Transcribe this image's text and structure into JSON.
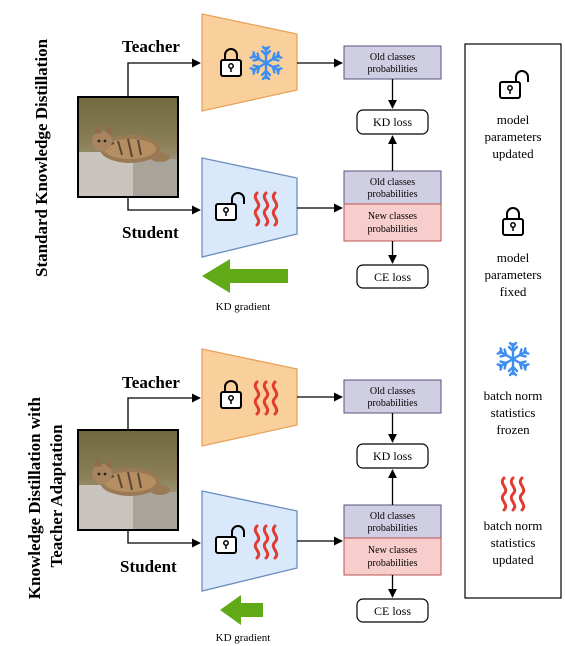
{
  "sections": [
    {
      "title_lines": [
        "Standard Knowledge Distillation"
      ],
      "teacher_label": "Teacher",
      "student_label": "Student",
      "teacher_bn_icon": "snowflake-icon",
      "student_bn_icon": "wavy-lines-icon",
      "teacher_old_probs": [
        "Old classes",
        "probabilities"
      ],
      "student_old_probs": [
        "Old classes",
        "probabilities"
      ],
      "student_new_probs": [
        "New classes",
        "probabilities"
      ],
      "kd_loss": "KD loss",
      "ce_loss": "CE loss",
      "gradient_label": "KD gradient"
    },
    {
      "title_lines": [
        "Knowledge Distillation with",
        "Teacher Adaptation"
      ],
      "teacher_label": "Teacher",
      "student_label": "Student",
      "teacher_bn_icon": "wavy-lines-icon",
      "student_bn_icon": "wavy-lines-icon",
      "teacher_old_probs": [
        "Old classes",
        "probabilities"
      ],
      "student_old_probs": [
        "Old classes",
        "probabilities"
      ],
      "student_new_probs": [
        "New classes",
        "probabilities"
      ],
      "kd_loss": "KD loss",
      "ce_loss": "CE loss",
      "gradient_label": "KD gradient"
    }
  ],
  "legend": [
    {
      "icon": "unlocked-padlock-icon",
      "lines": [
        "model",
        "parameters",
        "updated"
      ]
    },
    {
      "icon": "locked-padlock-icon",
      "lines": [
        "model",
        "parameters",
        "fixed"
      ]
    },
    {
      "icon": "snowflake-icon",
      "lines": [
        "batch norm",
        "statistics",
        "frozen"
      ]
    },
    {
      "icon": "wavy-lines-icon",
      "lines": [
        "batch norm",
        "statistics",
        "updated"
      ]
    }
  ],
  "colors": {
    "teacher_fill": "#f9cf9b",
    "teacher_stroke": "#e8a35a",
    "student_fill": "#dae8fc",
    "student_stroke": "#6c8ebf",
    "old_probs_fill": "#d0cee2",
    "old_probs_stroke": "#56517e",
    "new_probs_fill": "#f8cecc",
    "new_probs_stroke": "#b85450",
    "snowflake": "#3d8ef0",
    "waves": "#e03c31",
    "gradient_arrow": "#60a917"
  }
}
